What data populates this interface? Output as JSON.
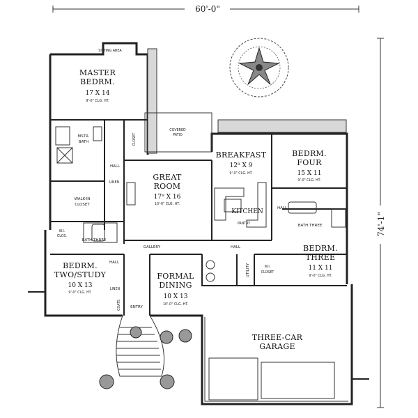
{
  "dimensions": {
    "width": "60'-0\"",
    "depth": "74'-1\""
  },
  "rooms": {
    "sitting_area": "SITTING AREA",
    "master": {
      "line1": "MASTER",
      "line2": "BEDRM.",
      "size": "17 X 14",
      "ceiling": "9'-0\" CLG. HT."
    },
    "mstr_bath": {
      "line1": "MSTR.",
      "line2": "BATH"
    },
    "closet": "CLOSET",
    "covered_patio": {
      "line1": "COVERED",
      "line2": "PATIO"
    },
    "hall_a": "HALL",
    "walk_in_closet": {
      "line1": "WALK-IN",
      "line2": "CLOSET"
    },
    "linen_a": "LINEN",
    "great_room": {
      "line1": "GREAT",
      "line2": "ROOM",
      "size": "17⁸ X 16",
      "ceiling": "10'-0\" CLG. HT."
    },
    "breakfast": {
      "name": "BREAKFAST",
      "size": "12⁸ X 9",
      "ceiling": "9'-0\" CLG. HT."
    },
    "kitchen": "KITCHEN",
    "pantry": "PANTRY",
    "bedrm_four": {
      "line1": "BEDRM.",
      "line2": "FOUR",
      "size": "15 X 11",
      "ceiling": "9'-0\" CLG. HT."
    },
    "hall_b": "HALL",
    "bath_three": "BATH THREE",
    "wi_clos_a": {
      "line1": "W.I.",
      "line2": "CLOS."
    },
    "bath_three_b": "BATH THREE",
    "hall_c": "HALL",
    "gallery": "GALLERY",
    "hall_d": "HALL",
    "bedrm_two": {
      "line1": "BEDRM.",
      "line2": "TWO/STUDY",
      "size": "10 X 13",
      "ceiling": "9'-0\" CLG. HT."
    },
    "linen_b": "LINEN",
    "coats": "COATS",
    "entry": "ENTRY",
    "formal_dining": {
      "line1": "FORMAL",
      "line2": "DINING",
      "size": "10 X 13",
      "ceiling": "10'-0\" CLG. HT."
    },
    "utility": "UTILITY",
    "wi_closet_b": {
      "line1": "W.I.",
      "line2": "CLOSET"
    },
    "bedrm_three": {
      "line1": "BEDRM.",
      "line2": "THREE",
      "size": "11 X 11",
      "ceiling": "9'-0\" CLG. HT."
    },
    "garage": {
      "line1": "THREE-CAR",
      "line2": "GARAGE"
    }
  }
}
